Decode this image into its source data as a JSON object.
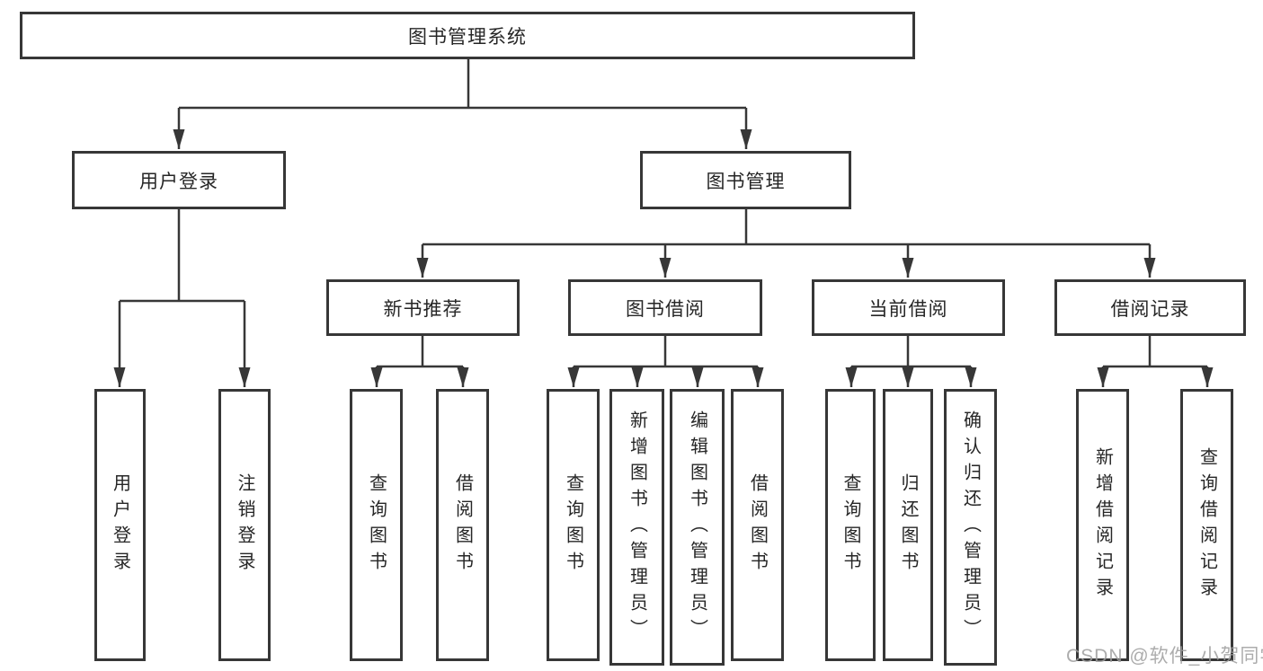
{
  "tree": {
    "label": "图书管理系统",
    "children": [
      {
        "label": "用户登录",
        "children": [
          {
            "label": "用户登录"
          },
          {
            "label": "注销登录"
          }
        ]
      },
      {
        "label": "图书管理",
        "children": [
          {
            "label": "新书推荐",
            "children": [
              {
                "label": "查询图书"
              },
              {
                "label": "借阅图书"
              }
            ]
          },
          {
            "label": "图书借阅",
            "children": [
              {
                "label": "查询图书"
              },
              {
                "label": "新增图书（管理员）"
              },
              {
                "label": "编辑图书（管理员）"
              },
              {
                "label": "借阅图书"
              }
            ]
          },
          {
            "label": "当前借阅",
            "children": [
              {
                "label": "查询图书"
              },
              {
                "label": "归还图书"
              },
              {
                "label": "确认归还（管理员）"
              }
            ]
          },
          {
            "label": "借阅记录",
            "children": [
              {
                "label": "新增借阅记录"
              },
              {
                "label": "查询借阅记录"
              }
            ]
          }
        ]
      }
    ]
  },
  "watermark": {
    "text": "CSDN @软件_小贺同学"
  },
  "colors": {
    "line": "#373737",
    "box_border": "#373737",
    "text": "#262626",
    "background": "#ffffff",
    "watermark": "#9e9e9e"
  }
}
